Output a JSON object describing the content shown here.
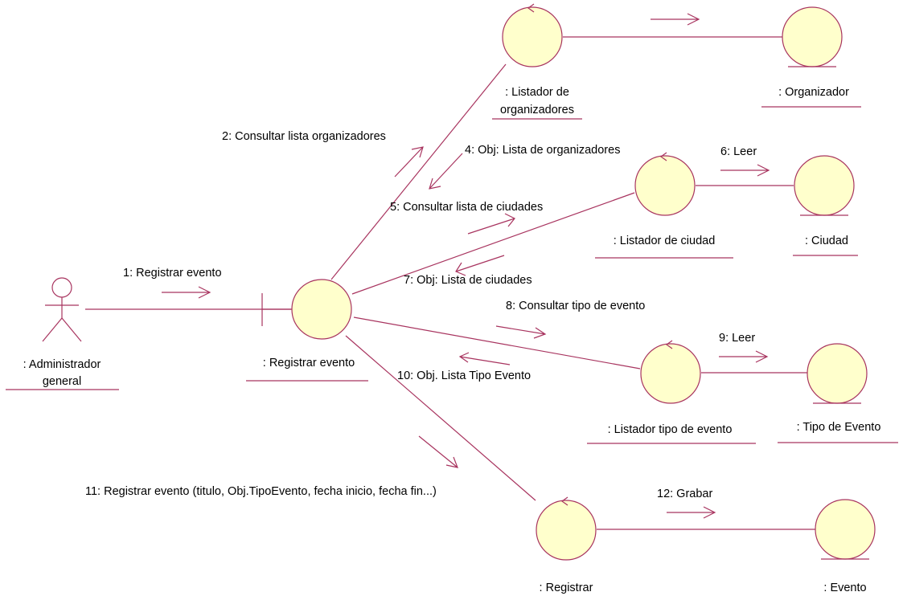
{
  "colors": {
    "line": "#a8345f",
    "object_fill": "#ffffcc",
    "text": "#000000",
    "background": "#ffffff"
  },
  "actor": {
    "name": "Administrador general",
    "label_lines": [
      ": Administrador",
      "general"
    ]
  },
  "objects": [
    {
      "id": "registrar-evento",
      "stereotype": "boundary",
      "label_lines": [
        ": Registrar evento"
      ]
    },
    {
      "id": "listador-organizadores",
      "stereotype": "control",
      "label_lines": [
        ": Listador de",
        "organizadores"
      ]
    },
    {
      "id": "organizador",
      "stereotype": "entity",
      "label_lines": [
        ": Organizador"
      ]
    },
    {
      "id": "listador-ciudad",
      "stereotype": "control",
      "label_lines": [
        ": Listador de ciudad"
      ]
    },
    {
      "id": "ciudad",
      "stereotype": "entity",
      "label_lines": [
        ": Ciudad"
      ]
    },
    {
      "id": "listador-tipo-evento",
      "stereotype": "control",
      "label_lines": [
        ": Listador tipo de evento"
      ]
    },
    {
      "id": "tipo-evento",
      "stereotype": "entity",
      "label_lines": [
        ": Tipo de Evento"
      ]
    },
    {
      "id": "registrar",
      "stereotype": "control",
      "label_lines": [
        ": Registrar"
      ]
    },
    {
      "id": "evento",
      "stereotype": "entity",
      "label_lines": [
        ": Evento"
      ]
    }
  ],
  "messages": [
    {
      "id": "m1",
      "text": "1: Registrar evento"
    },
    {
      "id": "m2",
      "text": "2: Consultar lista organizadores"
    },
    {
      "id": "m4",
      "text": "4: Obj: Lista de organizadores"
    },
    {
      "id": "m5",
      "text": "5: Consultar lista de ciudades"
    },
    {
      "id": "m6",
      "text": "6: Leer"
    },
    {
      "id": "m7",
      "text": "7: Obj: Lista de ciudades"
    },
    {
      "id": "m8",
      "text": "8: Consultar tipo de evento"
    },
    {
      "id": "m9",
      "text": "9: Leer"
    },
    {
      "id": "m10",
      "text": "10: Obj. Lista Tipo Evento"
    },
    {
      "id": "m11",
      "text": "11: Registrar evento (titulo, Obj.TipoEvento, fecha inicio, fecha fin...)"
    },
    {
      "id": "m12",
      "text": "12: Grabar"
    }
  ]
}
